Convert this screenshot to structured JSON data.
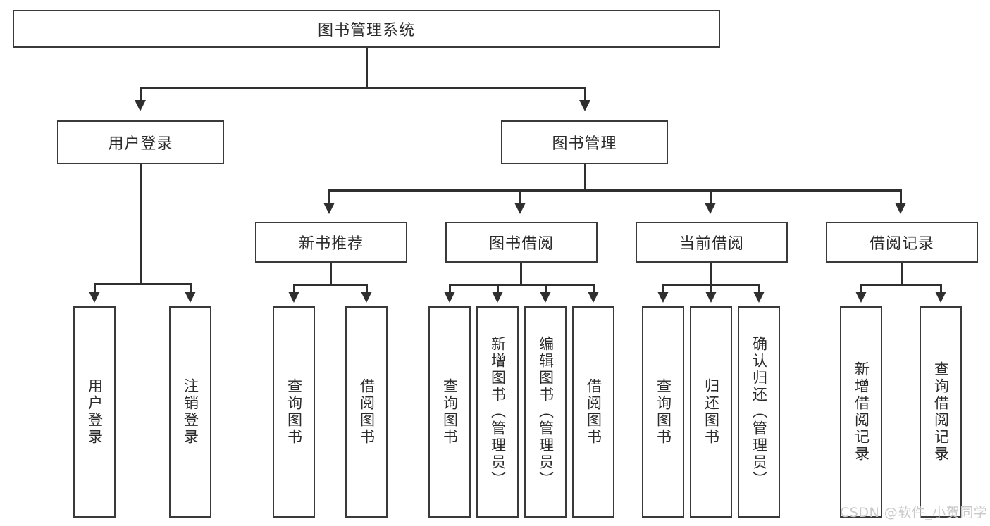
{
  "diagram": {
    "title": "图书管理系统",
    "type": "hierarchy-tree",
    "root": {
      "label": "图书管理系统"
    },
    "level2": [
      {
        "label": "用户登录"
      },
      {
        "label": "图书管理"
      }
    ],
    "level3": [
      {
        "label": "新书推荐"
      },
      {
        "label": "图书借阅"
      },
      {
        "label": "当前借阅"
      },
      {
        "label": "借阅记录"
      }
    ],
    "leaves": {
      "user_login": [
        {
          "label": "用户登录"
        },
        {
          "label": "注销登录"
        }
      ],
      "new_book_recommend": [
        {
          "label": "查询图书"
        },
        {
          "label": "借阅图书"
        }
      ],
      "book_borrow": [
        {
          "label": "查询图书"
        },
        {
          "label": "新增图书（管理员）"
        },
        {
          "label": "编辑图书（管理员）"
        },
        {
          "label": "借阅图书"
        }
      ],
      "current_borrow": [
        {
          "label": "查询图书"
        },
        {
          "label": "归还图书"
        },
        {
          "label": "确认归还（管理员）"
        }
      ],
      "borrow_record": [
        {
          "label": "新增借阅记录"
        },
        {
          "label": "查询借阅记录"
        }
      ]
    }
  },
  "watermark": {
    "text": "CSDN @软件_小贺同学"
  },
  "colors": {
    "box_border": "#3a3a3a",
    "line": "#2f2f2f",
    "text": "#2b2b2b",
    "background": "#ffffff",
    "watermark": "#c9c9c9"
  }
}
